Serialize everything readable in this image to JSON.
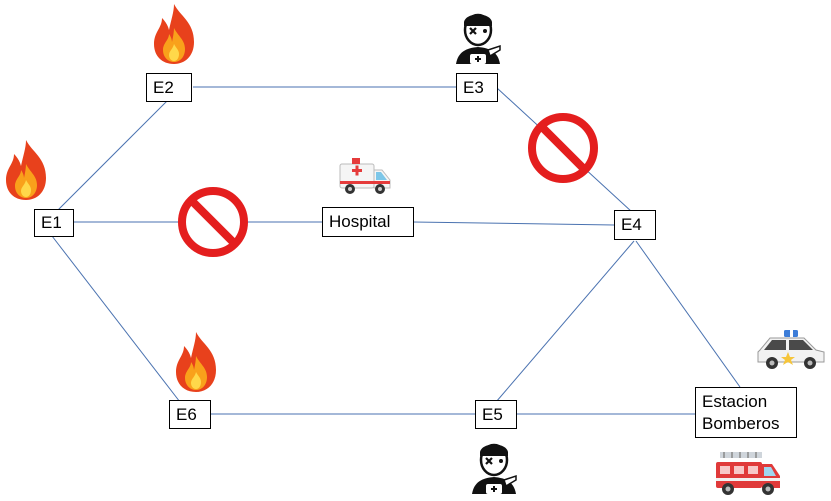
{
  "nodes": {
    "e1": "E1",
    "e2": "E2",
    "e3": "E3",
    "e4": "E4",
    "e5": "E5",
    "e6": "E6",
    "hospital": "Hospital",
    "estacion": "Estacion\nBomberos"
  },
  "edges": [
    [
      "e1",
      "e2"
    ],
    [
      "e2",
      "e3"
    ],
    [
      "e3",
      "e4"
    ],
    [
      "e1",
      "hospital"
    ],
    [
      "hospital",
      "e4"
    ],
    [
      "e4",
      "e5"
    ],
    [
      "e4",
      "estacion"
    ],
    [
      "e1",
      "e6"
    ],
    [
      "e6",
      "e5"
    ],
    [
      "e5",
      "estacion"
    ]
  ],
  "icons": {
    "fire": "fire-icon",
    "injured": "injured-person-icon",
    "ambulance": "ambulance-icon",
    "police": "police-car-icon",
    "fire_truck": "fire-truck-icon",
    "blocked": "no-entry-icon"
  },
  "colors": {
    "edge": "#4a72b0",
    "blocked": "#e41e1e",
    "fire_outer": "#e8411c",
    "fire_inner": "#f9a11b"
  }
}
